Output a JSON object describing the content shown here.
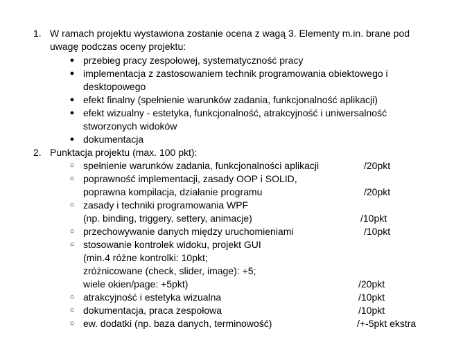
{
  "items": [
    {
      "number": "1.",
      "lines": [
        "W ramach projektu wystawiona zostanie ocena z wagą 3. Elementy m.in. brane pod",
        "uwagę podczas oceny projektu:"
      ],
      "bullets": [
        {
          "lines": [
            "przebieg pracy zespołowej, systematyczność pracy"
          ]
        },
        {
          "lines": [
            "implementacja z zastosowaniem technik programowania obiektowego i",
            "desktopowego"
          ]
        },
        {
          "lines": [
            "efekt finalny (spełnienie warunków zadania, funkcjonalność aplikacji)"
          ]
        },
        {
          "lines": [
            "efekt wizualny - estetyka, funkcjonalność, atrakcyjność i uniwersalność",
            "stworzonych widoków"
          ]
        },
        {
          "lines": [
            "dokumentacja"
          ]
        }
      ]
    },
    {
      "number": "2.",
      "lines": [
        "Punktacja projektu (max. 100 pkt):"
      ],
      "scoring": [
        {
          "lines": [
            "spełnienie warunków zadania, funkcjonalności aplikacji"
          ],
          "points": "/20pkt"
        },
        {
          "lines": [
            "poprawność implementacji, zasady OOP i SOLID,",
            "poprawna kompilacja, działanie programu"
          ],
          "points": "/20pkt"
        },
        {
          "lines": [
            "zasady i techniki programowania WPF",
            "(np. binding, triggery, settery, animacje)"
          ],
          "points": "/10pkt"
        },
        {
          "lines": [
            "przechowywanie danych między uruchomieniami"
          ],
          "points": "/10pkt"
        },
        {
          "lines": [
            "stosowanie kontrolek widoku, projekt GUI",
            "(min.4 różne kontrolki: 10pkt;",
            "zróżnicowane (check, slider, image): +5;",
            "wiele okien/page: +5pkt)"
          ],
          "points": "/20pkt"
        },
        {
          "lines": [
            "atrakcyjność i estetyka wizualna"
          ],
          "points": "/10pkt"
        },
        {
          "lines": [
            "dokumentacja, praca zespołowa"
          ],
          "points": "/10pkt"
        },
        {
          "lines": [
            "ew. dodatki (np. baza danych, terminowość)"
          ],
          "points": "/+-5pkt ekstra"
        }
      ]
    }
  ],
  "bullet_glyphs": {
    "disc": "●",
    "circle": "○"
  }
}
